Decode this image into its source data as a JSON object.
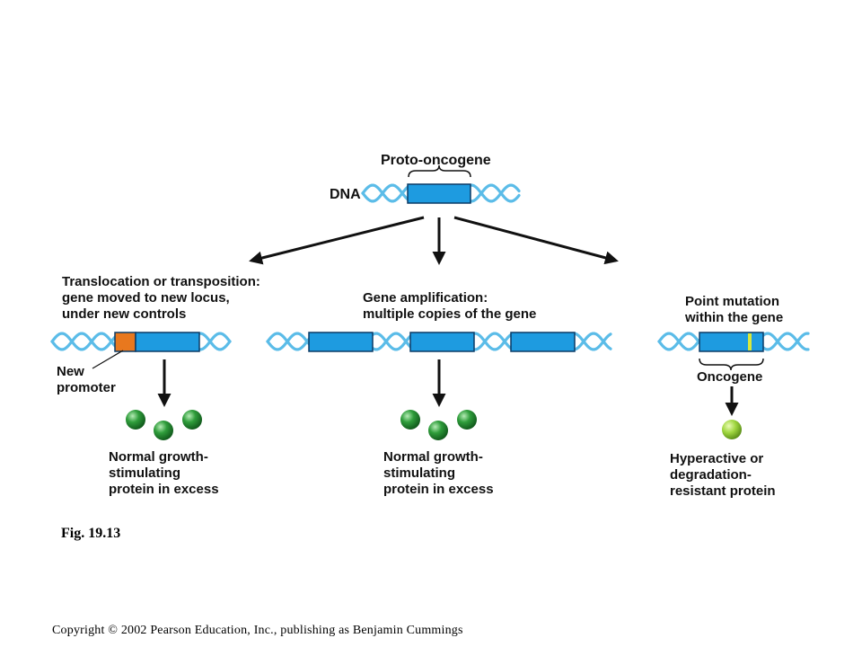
{
  "top": {
    "proto_oncogene_label": "Proto-oncogene",
    "dna_label": "DNA"
  },
  "left": {
    "title_lines": [
      "Translocation or transposition:",
      "gene moved to new locus,",
      "under new controls"
    ],
    "promoter_lines": [
      "New",
      "promoter"
    ],
    "result_lines": [
      "Normal growth-",
      "stimulating",
      "protein in excess"
    ]
  },
  "middle": {
    "title_lines": [
      "Gene amplification:",
      "multiple copies of the gene"
    ],
    "result_lines": [
      "Normal growth-",
      "stimulating",
      "protein in excess"
    ]
  },
  "right": {
    "title_lines": [
      "Point mutation",
      "within the gene"
    ],
    "oncogene_label": "Oncogene",
    "result_lines": [
      "Hyperactive or",
      "degradation-",
      "resistant protein"
    ]
  },
  "figure_label": "Fig. 19.13",
  "copyright": "Copyright © 2002 Pearson Education, Inc., publishing as Benjamin Cummings",
  "colors": {
    "gene_blue": "#1e9be0",
    "dna_strand": "#5bbce8",
    "promoter_orange": "#e8781e",
    "protein_green": "#2e9a3a",
    "mutant_protein": "#9ad23c",
    "mutation_mark": "#d8e83c"
  }
}
